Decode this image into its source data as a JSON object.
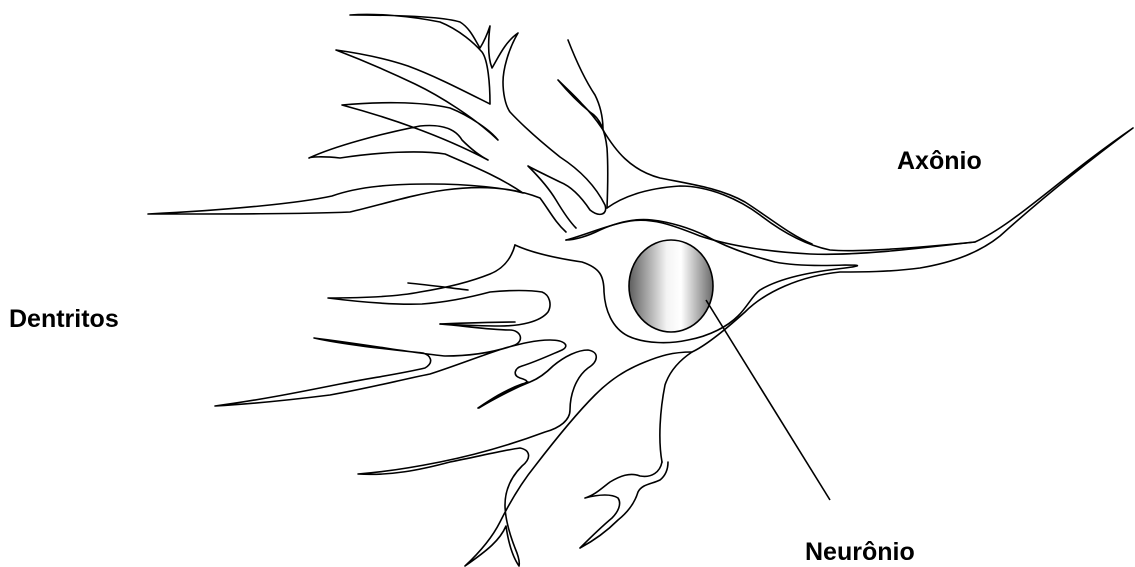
{
  "labels": {
    "axon": "Axônio",
    "dendrites": "Dentritos",
    "neuron": "Neurônio"
  },
  "colors": {
    "stroke": "#000000",
    "background": "#ffffff",
    "nucleus_light": "#f2f2f2",
    "nucleus_dark": "#6f6f6f"
  }
}
